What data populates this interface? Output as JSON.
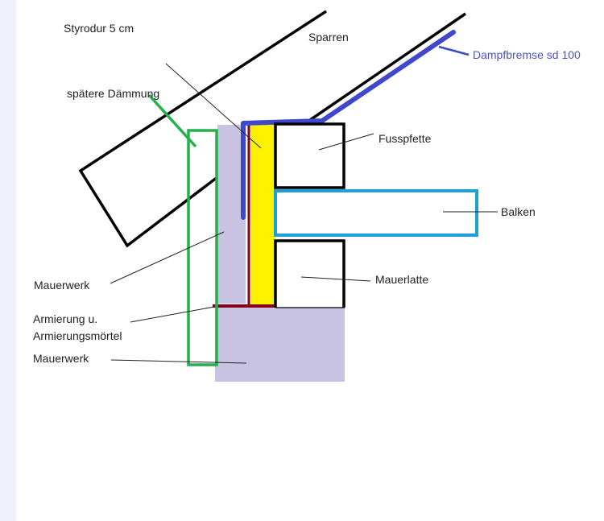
{
  "labels": {
    "styrodur": "Styrodur 5 cm",
    "sparren": "Sparren",
    "dampfbremse": "Dampfbremse sd 100",
    "daemmung": "spätere Dämmung",
    "fusspfette": "Fusspfette",
    "balken": "Balken",
    "mauerwerk_upper": "Mauerwerk",
    "mauerlatte": "Mauerlatte",
    "armierung_line1": "Armierung u.",
    "armierung_line2": "Armierungsmörtel",
    "mauerwerk_lower": "Mauerwerk"
  },
  "colors": {
    "dampfbremse": "#3f48cc",
    "balken": "#1e9fd8",
    "daemmung": "#22b14c",
    "styrodur": "#fff200",
    "mauerwerk": "#c8c2e3",
    "armierung": "#880015"
  }
}
